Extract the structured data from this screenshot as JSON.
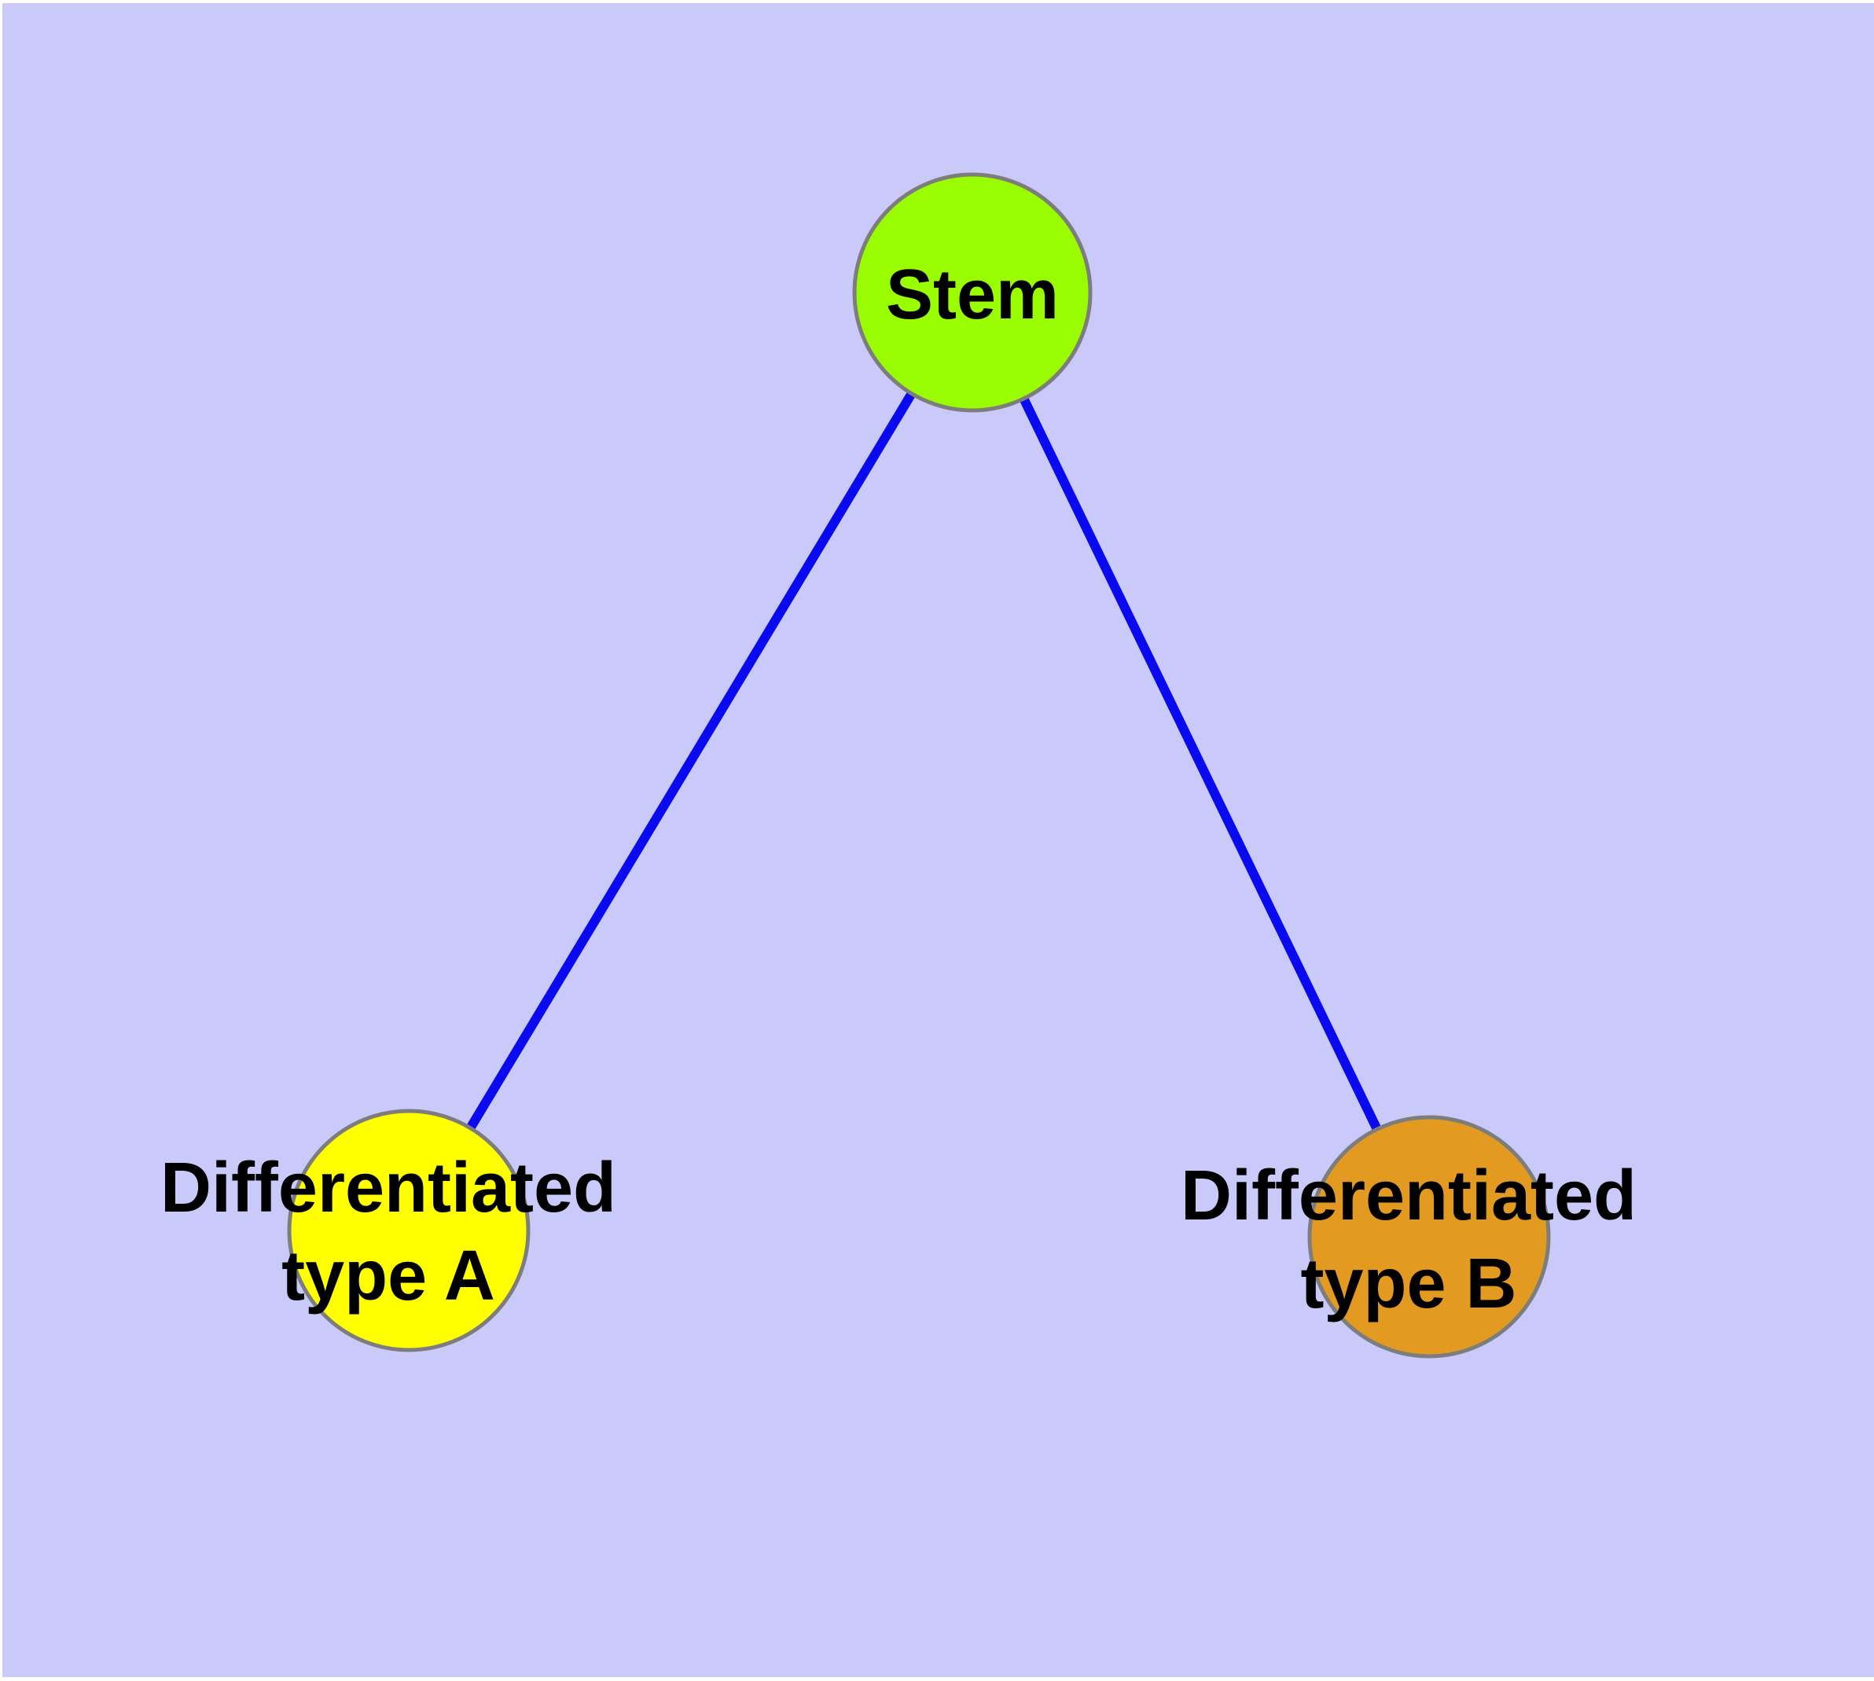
{
  "figure": {
    "type": "node-link-diagram",
    "background_color": "#CACAFA",
    "margin_color": "#FFFFFF",
    "edge_color": "#0A0AF0",
    "node_border_color": "#7D7D7D",
    "label_color": "#000000"
  },
  "nodes": [
    {
      "id": "stem",
      "label": "Stem",
      "fill": "#99FC00"
    },
    {
      "id": "differentiated-type-a",
      "label": "Differentiated\ntype A",
      "fill": "#FFFF00"
    },
    {
      "id": "differentiated-type-b",
      "label": "Differentiated\ntype B",
      "fill": "#E29A20"
    }
  ],
  "edges": [
    {
      "from": "Stem",
      "to": "Differentiated type A"
    },
    {
      "from": "Stem",
      "to": "Differentiated type B"
    }
  ]
}
